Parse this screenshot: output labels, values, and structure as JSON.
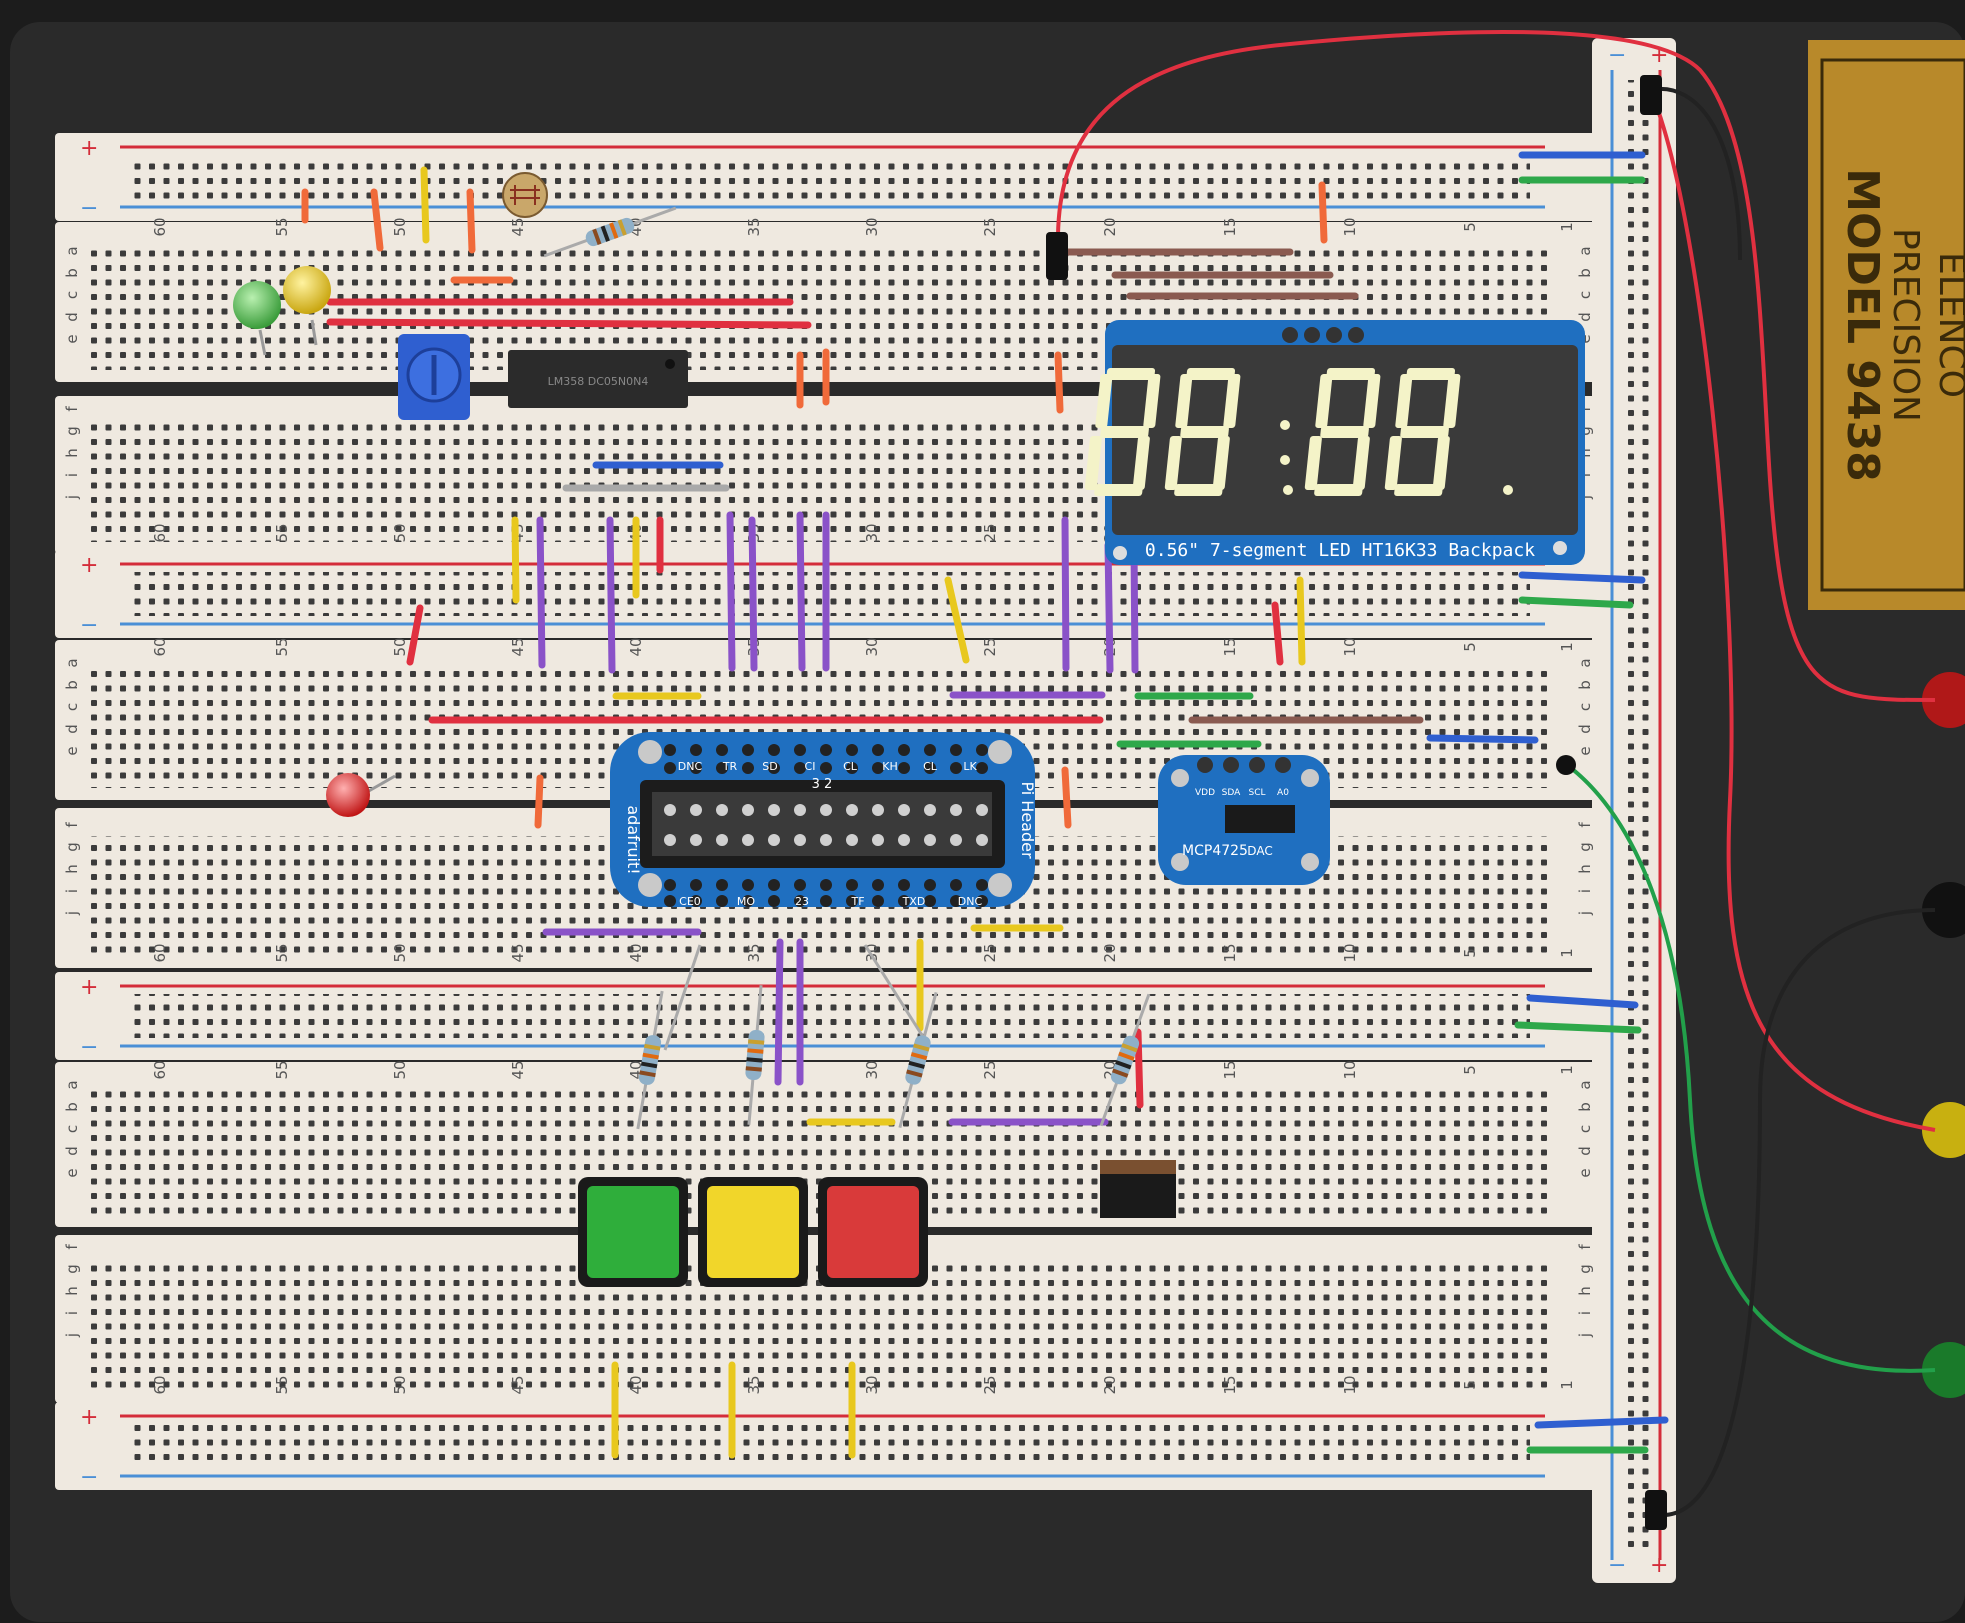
{
  "colors": {
    "background": "#1c1c1c",
    "board_outer": "#2a2a2a",
    "breadboard": "#efe9e0",
    "hole": "#3b3b3b",
    "rail_red": "#d42d3a",
    "rail_blue": "#4a8fd6",
    "wire_red": "#e03040",
    "wire_orange": "#f06a3a",
    "wire_yellow": "#e8c81e",
    "wire_purple": "#8a52c8",
    "wire_blue": "#2f5fd0",
    "wire_green": "#2ea84a",
    "wire_brown": "#8a5a50",
    "wire_gray": "#a9a9a9",
    "pcb_blue": "#1f6fc0",
    "seg_display": "#3a3a3a",
    "seg_on": "#f4f3c8",
    "button_green": "#2fae3b",
    "button_yellow": "#f1d62a",
    "button_red": "#d93a3a",
    "led_green": "#4ec24e",
    "led_yellow": "#e8cc2a",
    "led_red": "#e22a2a",
    "label_plate": "#b8892a"
  },
  "breadboard": {
    "column_numbers": [
      "60",
      "55",
      "50",
      "45",
      "40",
      "35",
      "30",
      "25",
      "20",
      "15",
      "10",
      "5",
      "1"
    ],
    "row_letters_top": [
      "a",
      "b",
      "c",
      "d",
      "e"
    ],
    "row_letters_bottom": [
      "f",
      "g",
      "h",
      "i",
      "j"
    ],
    "rail_plus": "+",
    "rail_minus": "−"
  },
  "label_plate": {
    "lines": [
      "ELENCO",
      "PRECISION",
      "MODEL 9438"
    ]
  },
  "seven_segment": {
    "digits": [
      "8",
      "8",
      "8",
      "8"
    ],
    "caption": "0.56\" 7-segment LED HT16K33 Backpack"
  },
  "pi_header": {
    "brand": "adafruit!",
    "title": "Pi Header",
    "top_pins": [
      "DNC",
      "TR",
      "SD",
      "CI",
      "CL",
      "KH",
      "CL",
      "LK"
    ],
    "bottom_pins": [
      "CE0",
      "MO",
      "23",
      "TF",
      "TXD",
      "DNC"
    ],
    "middle": "3 2"
  },
  "dac_board": {
    "name": "MCP4725",
    "label": "DAC",
    "pins": [
      "VDD",
      "SDA",
      "SCL",
      "A0"
    ]
  },
  "ic_chip": {
    "marking": "LM358 DC05N0N4"
  }
}
